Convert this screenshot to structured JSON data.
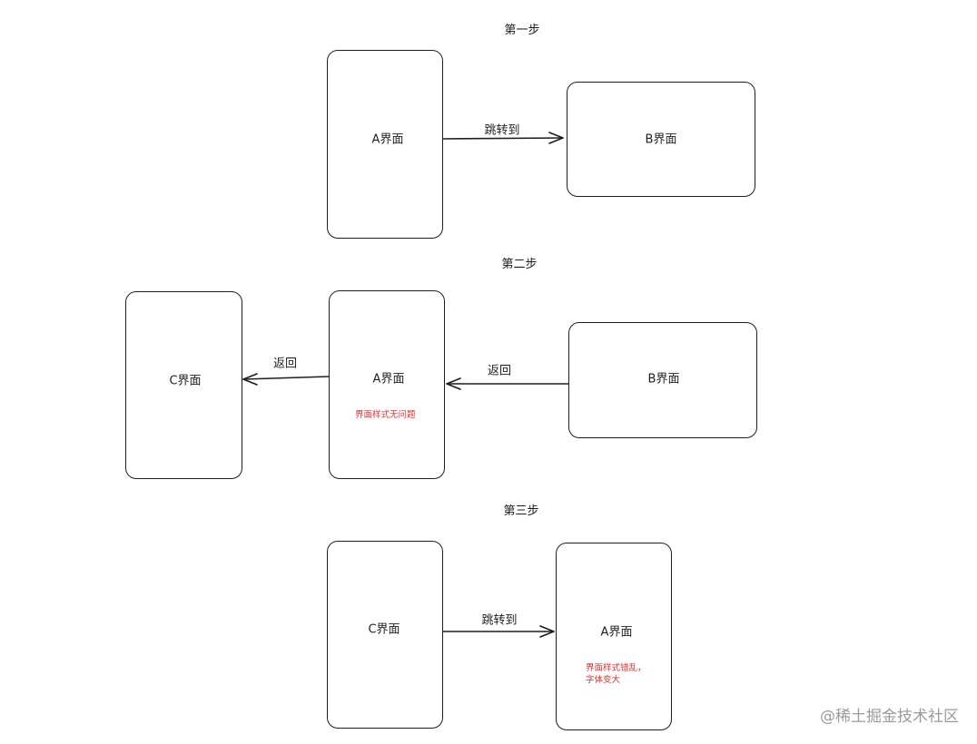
{
  "steps": {
    "step1": "第一步",
    "step2": "第二步",
    "step3": "第三步"
  },
  "step1": {
    "box_a": "A界面",
    "box_b": "B界面",
    "arrow": "跳转到"
  },
  "step2": {
    "box_c": "C界面",
    "box_a": "A界面",
    "box_b": "B界面",
    "arrow_left": "返回",
    "arrow_right": "返回",
    "note": "界面样式无问题"
  },
  "step3": {
    "box_c": "C界面",
    "box_a": "A界面",
    "arrow": "跳转到",
    "note_line1": "界面样式错乱，",
    "note_line2": "字体变大"
  },
  "watermark": "@稀土掘金技术社区",
  "colors": {
    "stroke": "#1e1e1e",
    "note": "#e03131",
    "watermark": "#9a9a9a"
  }
}
